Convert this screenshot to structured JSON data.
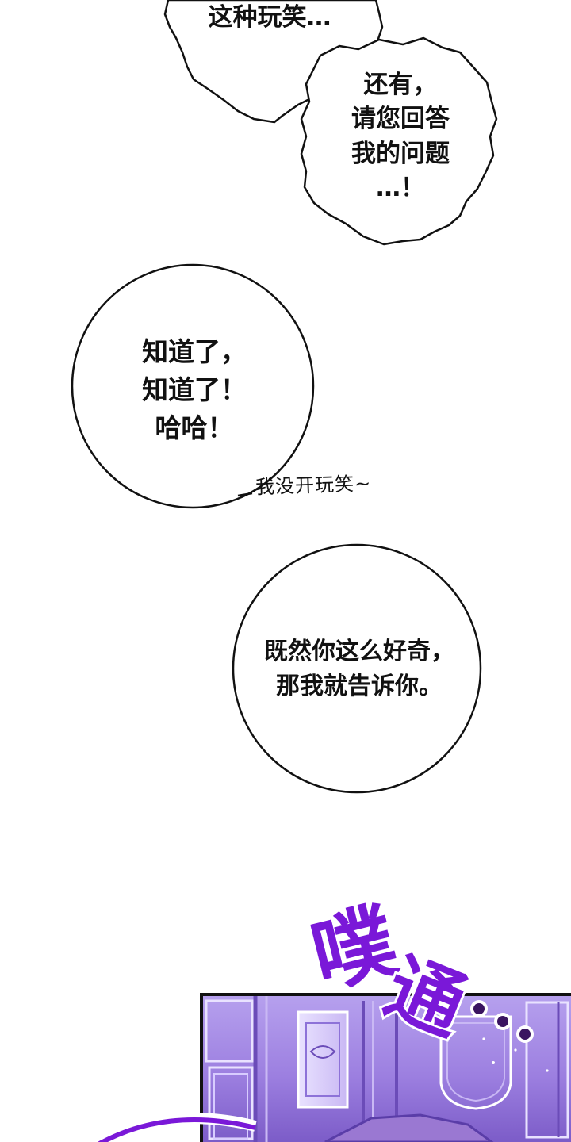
{
  "bubbles": {
    "top_partial": "这种玩笑…",
    "question": [
      "还有，",
      "请您回答",
      "我的问题",
      "…！"
    ],
    "round_1": [
      "知道了，",
      "知道了！",
      "哈哈！"
    ],
    "aside": "我没开玩笑~",
    "round_2": [
      "既然你这么好奇，",
      "那我就告诉你。"
    ]
  },
  "sfx": {
    "char_1": "噗",
    "char_2": "通",
    "dots": "…"
  },
  "colors": {
    "sfx_purple": "#7a18d8",
    "panel_lavender": "#9c7fe0",
    "panel_border": "#111111",
    "bubble_stroke": "#111111"
  }
}
